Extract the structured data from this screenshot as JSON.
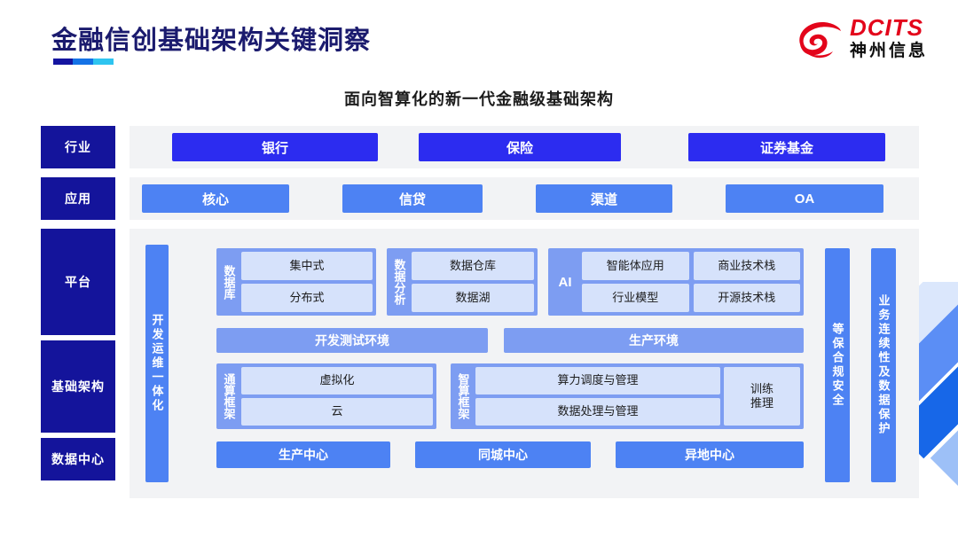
{
  "header": {
    "title": "金融信创基础架构关键洞察",
    "subtitle": "面向智算化的新一代金融级基础架构",
    "logo": {
      "icon": "dcits-swirl-logo",
      "en": "DCITS",
      "cn": "神州信息"
    }
  },
  "colors": {
    "navy": "#14149b",
    "industry_blue": "#2c2cf0",
    "app_blue": "#4d82f3",
    "group_blue": "#7d9df2",
    "cell_blue": "#d6e2fb",
    "panel_grey": "#f2f3f5",
    "logo_red": "#e3051b",
    "title_navy": "#1b1b6e"
  },
  "layers": [
    {
      "label": "行业"
    },
    {
      "label": "应用"
    },
    {
      "label": "平台"
    },
    {
      "label": "基础架构"
    },
    {
      "label": "数据中心"
    }
  ],
  "industry_row": [
    {
      "label": "银行"
    },
    {
      "label": "保险"
    },
    {
      "label": "证券基金"
    }
  ],
  "application_row": [
    {
      "label": "核心"
    },
    {
      "label": "信贷"
    },
    {
      "label": "渠道"
    },
    {
      "label": "OA"
    }
  ],
  "left_vertical_bar": {
    "label": "开发运维一体化"
  },
  "right_vertical_bars": [
    {
      "label": "等保合规安全"
    },
    {
      "label": "业务连续性及数据保护"
    }
  ],
  "platform_groups": [
    {
      "label": "数据库",
      "items": [
        "集中式",
        "分布式"
      ]
    },
    {
      "label": "数据分析",
      "items": [
        "数据仓库",
        "数据湖"
      ]
    },
    {
      "label": "AI",
      "col1": [
        "智能体应用",
        "行业模型"
      ],
      "col2": [
        "商业技术栈",
        "开源技术栈"
      ]
    }
  ],
  "environment_row": [
    {
      "label": "开发测试环境"
    },
    {
      "label": "生产环境"
    }
  ],
  "framework_groups": [
    {
      "label": "通算框架",
      "items": [
        "虚拟化",
        "云"
      ]
    },
    {
      "label": "智算框架",
      "items": [
        "算力调度与管理",
        "数据处理与管理"
      ],
      "side": "训练\n推理"
    }
  ],
  "datacenter_row": [
    {
      "label": "生产中心"
    },
    {
      "label": "同城中心"
    },
    {
      "label": "异地中心"
    }
  ]
}
